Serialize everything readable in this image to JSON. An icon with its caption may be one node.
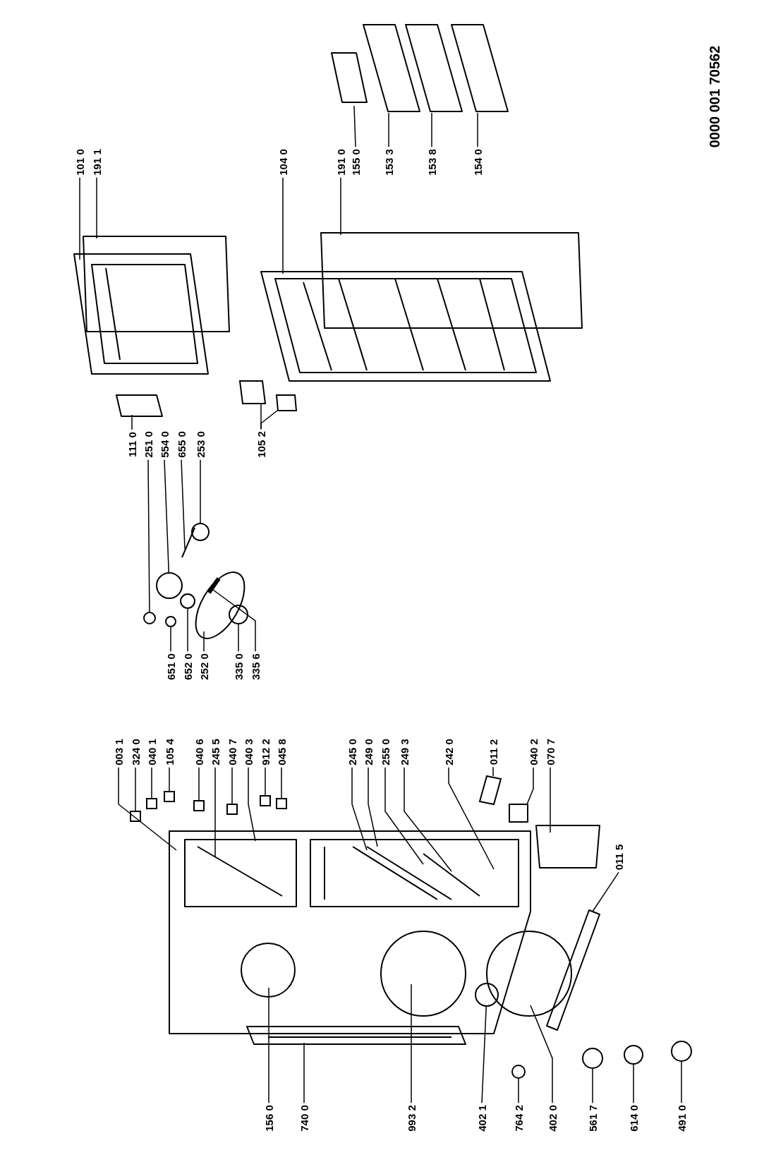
{
  "diagram": {
    "nodes": [
      {
        "text": [
          "101 0"
        ]
      },
      {
        "text": [
          "191 1"
        ]
      },
      {
        "text": [
          "104 0"
        ]
      },
      {
        "text": [
          "191 0"
        ]
      },
      {
        "text": [
          "155 0"
        ]
      },
      {
        "text": [
          "153 3"
        ]
      },
      {
        "text": [
          "153 8"
        ]
      },
      {
        "text": [
          "154 0"
        ]
      },
      {
        "text": [
          "111 0"
        ]
      },
      {
        "text": [
          "251 0"
        ]
      },
      {
        "text": [
          "554 0"
        ]
      },
      {
        "text": [
          "655 0"
        ]
      },
      {
        "text": [
          "253 0"
        ]
      },
      {
        "text": [
          "105 2"
        ]
      },
      {
        "text": [
          "651 0"
        ]
      },
      {
        "text": [
          "652 0"
        ]
      },
      {
        "text": [
          "252 0"
        ]
      },
      {
        "text": [
          "335 0"
        ]
      },
      {
        "text": [
          "335 6"
        ]
      },
      {
        "text": [
          "003 1"
        ]
      },
      {
        "text": [
          "324 0"
        ]
      },
      {
        "text": [
          "040 1"
        ]
      },
      {
        "text": [
          "105 4"
        ]
      },
      {
        "text": [
          "040 6"
        ]
      },
      {
        "text": [
          "245 5"
        ]
      },
      {
        "text": [
          "040 7"
        ]
      },
      {
        "text": [
          "040 3"
        ]
      },
      {
        "text": [
          "912 2"
        ]
      },
      {
        "text": [
          "045 8"
        ]
      },
      {
        "text": [
          "245 0"
        ]
      },
      {
        "text": [
          "249 0"
        ]
      },
      {
        "text": [
          "255 0"
        ]
      },
      {
        "text": [
          "249 3"
        ]
      },
      {
        "text": [
          "242 0"
        ]
      },
      {
        "text": [
          "011 2"
        ]
      },
      {
        "text": [
          "040 2"
        ]
      },
      {
        "text": [
          "070 7"
        ]
      },
      {
        "text": [
          "011 5"
        ]
      },
      {
        "text": [
          "156 0"
        ]
      },
      {
        "text": [
          "740 0"
        ]
      },
      {
        "text": [
          "993 2"
        ]
      },
      {
        "text": [
          "402 1"
        ]
      },
      {
        "text": [
          "764 2"
        ]
      },
      {
        "text": [
          "402 0"
        ]
      },
      {
        "text": [
          "561 7"
        ]
      },
      {
        "text": [
          "614 0"
        ]
      },
      {
        "text": [
          "491 0"
        ]
      },
      {
        "text": [],
        "shape": "circle"
      },
      {
        "text": [],
        "shape": "circle"
      },
      {
        "text": [],
        "shape": "circle"
      },
      {
        "text": [],
        "shape": "box"
      },
      {
        "text": [],
        "shape": "box"
      },
      {
        "text": [],
        "shape": "circle"
      },
      {
        "text": [],
        "shape": "circle"
      },
      {
        "text": [],
        "shape": "circle"
      },
      {
        "text": [],
        "shape": "box"
      },
      {
        "text": [],
        "shape": "box"
      },
      {
        "text": [],
        "shape": "box"
      },
      {
        "text": [],
        "shape": "box"
      },
      {
        "text": [],
        "shape": "box"
      },
      {
        "text": [],
        "shape": "box"
      },
      {
        "text": [],
        "shape": "box"
      },
      {
        "text": [],
        "shape": "box"
      },
      {
        "text": [],
        "shape": "box"
      },
      {
        "text": [],
        "shape": "circle"
      },
      {
        "text": [],
        "shape": "circle"
      },
      {
        "text": [],
        "shape": "circle"
      },
      {
        "text": [],
        "shape": "circle"
      },
      {
        "text": [],
        "shape": "circle"
      }
    ],
    "edges": [
      {
        "from": 0,
        "to": null,
        "arrow": "none"
      },
      {
        "from": 1,
        "to": null,
        "arrow": "none"
      },
      {
        "from": 2,
        "to": null,
        "arrow": "none"
      },
      {
        "from": 3,
        "to": null,
        "arrow": "none"
      },
      {
        "from": 4,
        "to": null,
        "arrow": "none"
      },
      {
        "from": 5,
        "to": null,
        "arrow": "none"
      },
      {
        "from": 6,
        "to": null,
        "arrow": "none"
      },
      {
        "from": 7,
        "to": null,
        "arrow": "none"
      },
      {
        "from": 8,
        "to": null,
        "arrow": "none"
      },
      {
        "from": 9,
        "to": 47,
        "arrow": "none"
      },
      {
        "from": 10,
        "to": 48,
        "arrow": "none"
      },
      {
        "from": 11,
        "to": null,
        "arrow": "none"
      },
      {
        "from": 12,
        "to": 49,
        "arrow": "none"
      },
      {
        "from": 13,
        "to": 50,
        "arrow": "none"
      },
      {
        "from": 13,
        "to": 51,
        "arrow": "none"
      },
      {
        "from": 14,
        "to": 52,
        "arrow": "none"
      },
      {
        "from": 15,
        "to": 53,
        "arrow": "none"
      },
      {
        "from": 16,
        "to": null,
        "arrow": "none"
      },
      {
        "from": 17,
        "to": 54,
        "arrow": "none"
      },
      {
        "from": 18,
        "to": null,
        "arrow": "none"
      },
      {
        "from": 19,
        "to": null,
        "arrow": "none"
      },
      {
        "from": 20,
        "to": 55,
        "arrow": "none"
      },
      {
        "from": 21,
        "to": 56,
        "arrow": "none"
      },
      {
        "from": 22,
        "to": 57,
        "arrow": "none"
      },
      {
        "from": 23,
        "to": 58,
        "arrow": "none"
      },
      {
        "from": 24,
        "to": null,
        "arrow": "none"
      },
      {
        "from": 25,
        "to": 59,
        "arrow": "none"
      },
      {
        "from": 26,
        "to": null,
        "arrow": "none"
      },
      {
        "from": 27,
        "to": 60,
        "arrow": "none"
      },
      {
        "from": 28,
        "to": 61,
        "arrow": "none"
      },
      {
        "from": 29,
        "to": null,
        "arrow": "none"
      },
      {
        "from": 30,
        "to": null,
        "arrow": "none"
      },
      {
        "from": 31,
        "to": null,
        "arrow": "none"
      },
      {
        "from": 32,
        "to": null,
        "arrow": "none"
      },
      {
        "from": 33,
        "to": null,
        "arrow": "none"
      },
      {
        "from": 34,
        "to": 62,
        "arrow": "none"
      },
      {
        "from": 35,
        "to": 63,
        "arrow": "none"
      },
      {
        "from": 36,
        "to": null,
        "arrow": "none"
      },
      {
        "from": 37,
        "to": null,
        "arrow": "none"
      },
      {
        "from": 38,
        "to": null,
        "arrow": "none"
      },
      {
        "from": 39,
        "to": null,
        "arrow": "none"
      },
      {
        "from": 40,
        "to": null,
        "arrow": "none"
      },
      {
        "from": 41,
        "to": 64,
        "arrow": "none"
      },
      {
        "from": 42,
        "to": 65,
        "arrow": "none"
      },
      {
        "from": 43,
        "to": null,
        "arrow": "none"
      },
      {
        "from": 44,
        "to": 66,
        "arrow": "none"
      },
      {
        "from": 45,
        "to": 67,
        "arrow": "none"
      },
      {
        "from": 46,
        "to": 68,
        "arrow": "none"
      }
    ],
    "labels": [
      "0000 001 70562"
    ]
  }
}
